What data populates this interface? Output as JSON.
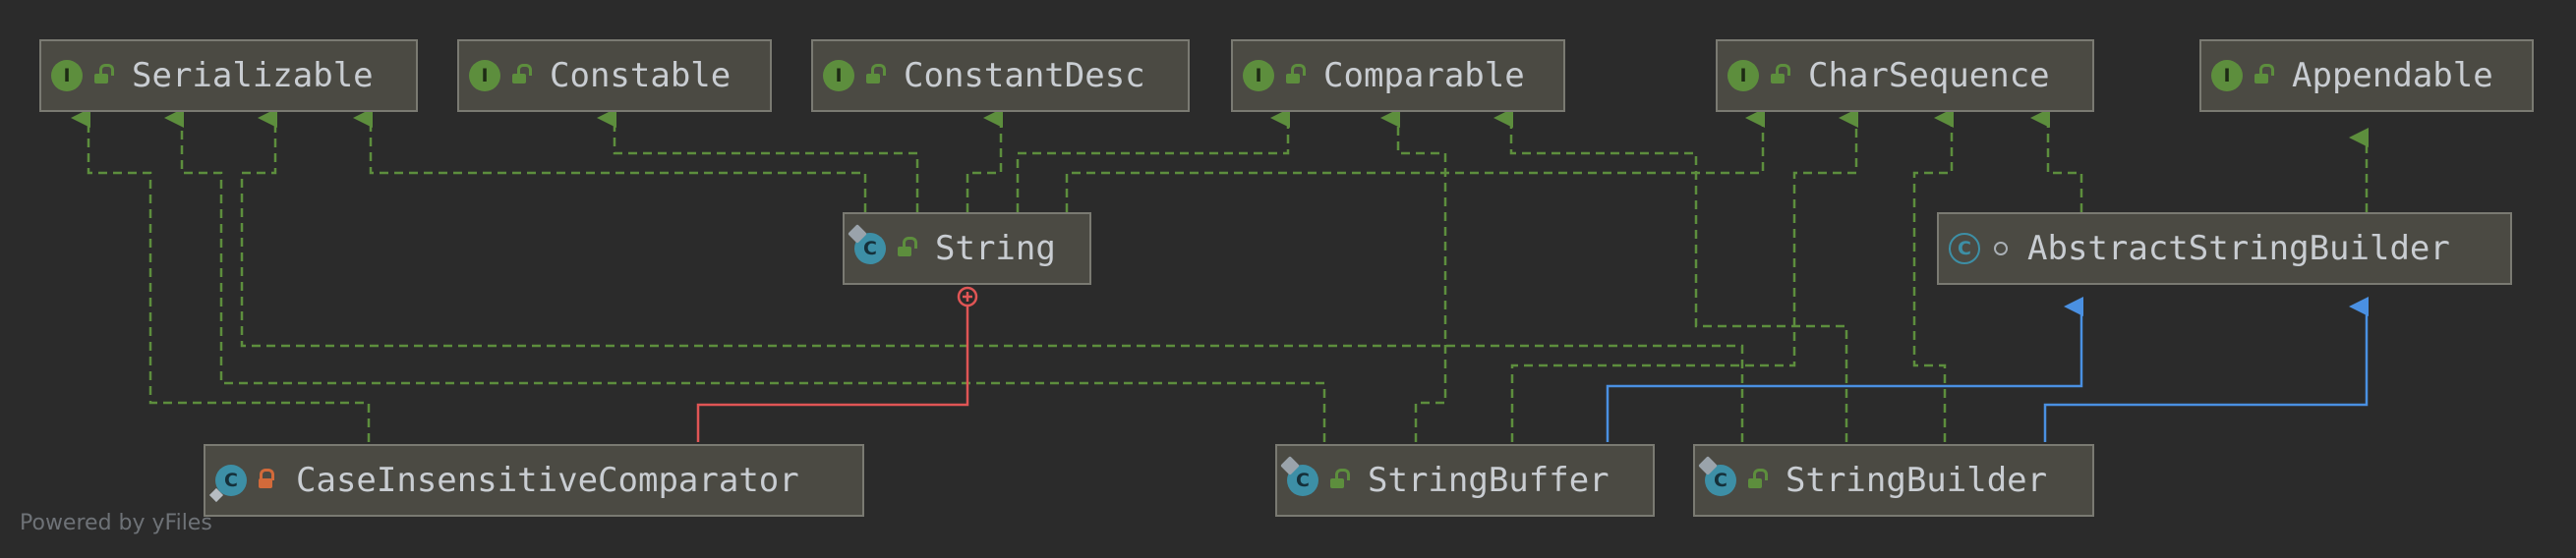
{
  "nodes": {
    "serializable": {
      "name": "Serializable",
      "kind": "interface"
    },
    "constable": {
      "name": "Constable",
      "kind": "interface"
    },
    "constantdesc": {
      "name": "ConstantDesc",
      "kind": "interface"
    },
    "comparable": {
      "name": "Comparable",
      "kind": "interface"
    },
    "charsequence": {
      "name": "CharSequence",
      "kind": "interface"
    },
    "appendable": {
      "name": "Appendable",
      "kind": "interface"
    },
    "string": {
      "name": "String",
      "kind": "class"
    },
    "abstractstringbuilder": {
      "name": "AbstractStringBuilder",
      "kind": "abstract-class"
    },
    "caseinsensitive": {
      "name": "CaseInsensitiveComparator",
      "kind": "class"
    },
    "stringbuffer": {
      "name": "StringBuffer",
      "kind": "class"
    },
    "stringbuilder": {
      "name": "StringBuilder",
      "kind": "class"
    }
  },
  "badges": {
    "interface": "I",
    "class": "C"
  },
  "colors": {
    "implements_edge": "#5d8e3d",
    "extends_edge": "#4a90e2",
    "inner_class_edge": "#e05555",
    "node_fill": "#4b4a43",
    "background": "#2b2b2b"
  },
  "footer": "Powered by yFiles"
}
